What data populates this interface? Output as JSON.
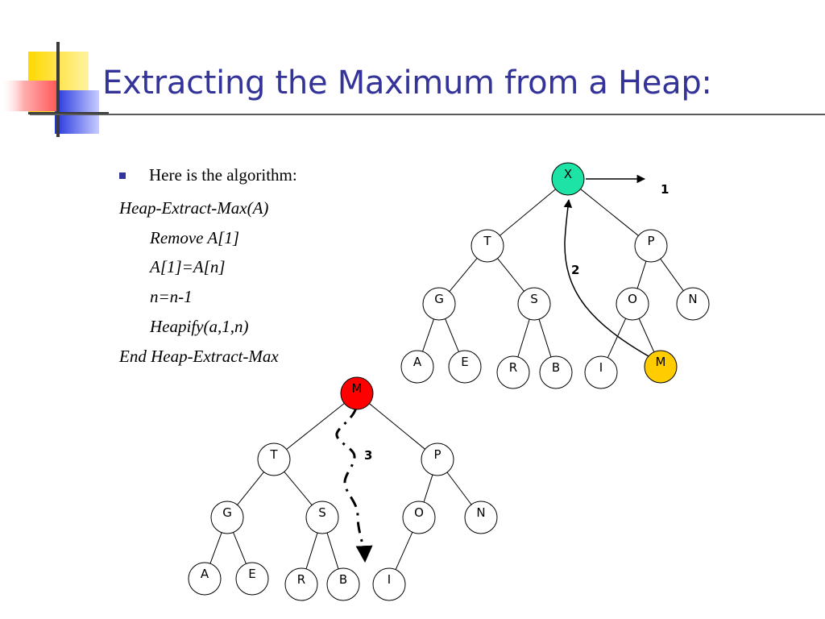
{
  "slide": {
    "title": "Extracting the Maximum from a Heap:",
    "bullet": "Here is the algorithm:",
    "algorithm": [
      "Heap-Extract-Max(A)",
      "Remove A[1]",
      "A[1]=A[n]",
      "n=n-1",
      "Heapify(a,1,n)",
      "End Heap-Extract-Max"
    ]
  },
  "diagram": {
    "tree1": {
      "nodes": [
        "X",
        "T",
        "P",
        "G",
        "S",
        "O",
        "N",
        "A",
        "E",
        "R",
        "B",
        "I",
        "M"
      ],
      "highlight": {
        "X": "#1de3a6",
        "M": "#ffcc00"
      },
      "step_labels": [
        "1",
        "2"
      ]
    },
    "tree2": {
      "nodes": [
        "M",
        "T",
        "P",
        "G",
        "S",
        "O",
        "N",
        "A",
        "E",
        "R",
        "B",
        "I"
      ],
      "highlight": {
        "M": "#ff0000"
      },
      "step_labels": [
        "3"
      ]
    }
  }
}
